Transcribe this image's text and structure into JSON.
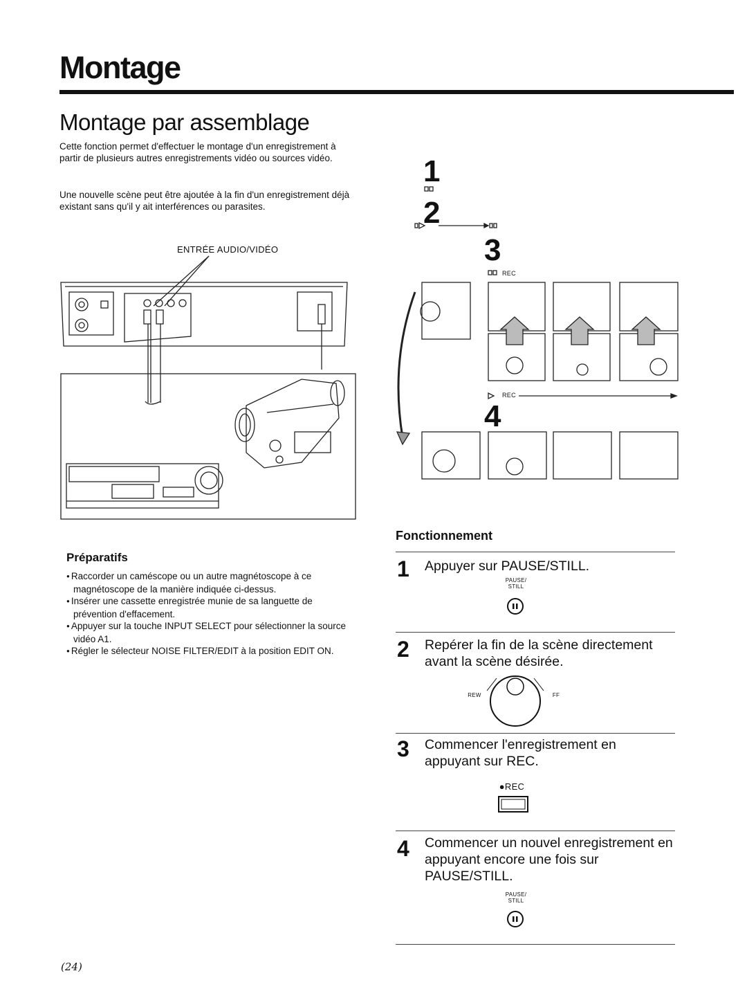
{
  "header": {
    "title": "Montage",
    "subtitle": "Montage par assemblage"
  },
  "intro": {
    "p1": "Cette fonction permet d'effectuer le montage d'un enregistrement à partir de plusieurs autres enregistrements vidéo ou sources vidéo.",
    "p2": "Une nouvelle scène peut être ajoutée à la fin d'un enregistrement déjà existant sans qu'il y ait interférences ou parasites."
  },
  "connection_diagram": {
    "label": "ENTRÉE AUDIO/VIDÉO"
  },
  "sequence_diagram": {
    "steps": [
      "1",
      "2",
      "3",
      "4"
    ],
    "rec_label_3": "REC",
    "rec_label_4": "REC"
  },
  "preparatifs": {
    "heading": "Préparatifs",
    "items": [
      "Raccorder un caméscope ou un autre magnétoscope à ce magnétoscope de la manière indiquée ci-dessus.",
      "Insérer une cassette enregistrée munie de sa languette de prévention d'effacement.",
      "Appuyer sur la touche INPUT SELECT pour sélectionner la source vidéo A1.",
      "Régler le sélecteur NOISE FILTER/EDIT à la position EDIT ON."
    ]
  },
  "fonctionnement": {
    "heading": "Fonctionnement",
    "steps": [
      {
        "num": "1",
        "text": "Appuyer sur PAUSE/STILL.",
        "key": "PAUSE/ STILL"
      },
      {
        "num": "2",
        "text": "Repérer la fin de la scène directement avant la scène désirée.",
        "key_left": "REW",
        "key_right": "FF"
      },
      {
        "num": "3",
        "text": "Commencer l'enregistrement en appuyant sur REC.",
        "key": "●REC"
      },
      {
        "num": "4",
        "text": "Commencer un nouvel enregistrement en appuyant encore une fois sur PAUSE/STILL.",
        "key": "PAUSE/ STILL"
      }
    ]
  },
  "footer": {
    "page": "(24)"
  }
}
